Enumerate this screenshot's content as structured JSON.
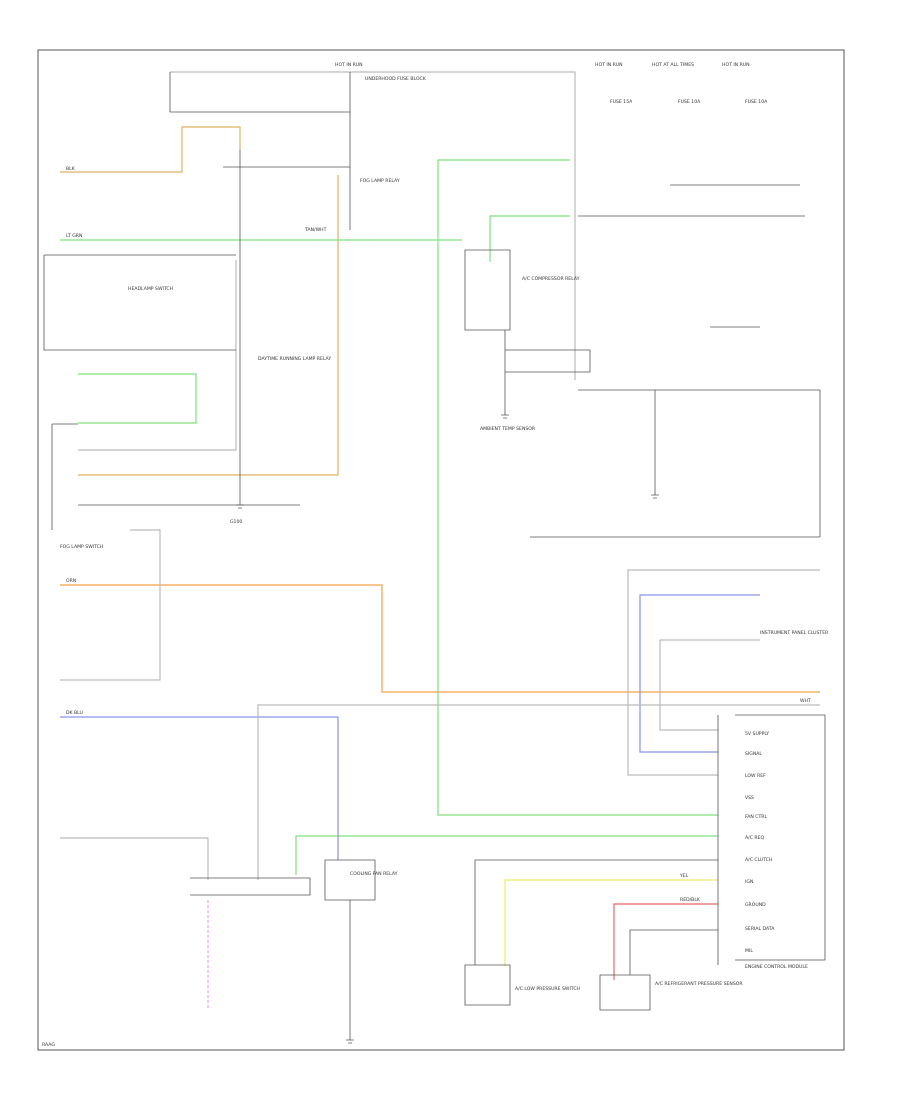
{
  "colors": {
    "wire_black": "#555555",
    "wire_gray": "#bbbbbb",
    "wire_green": "#7ee27e",
    "wire_orange": "#f5a04a",
    "wire_tan": "#e0b060",
    "wire_blue": "#8a93e6",
    "wire_yellow": "#ecec6a",
    "wire_red": "#ee6666",
    "wire_pink": "#f29bf2"
  },
  "footer": {
    "code": "RAAG"
  },
  "labels": {
    "hot_top": "HOT IN RUN",
    "hot_r1": "HOT IN RUN",
    "hot_r2": "HOT AT ALL TIMES",
    "hot_r3": "HOT IN RUN",
    "fuse_top": "UNDERHOOD FUSE BLOCK",
    "fuse_a": "FUSE 15A",
    "fuse_b": "FUSE 10A",
    "fuse_c": "FUSE 10A",
    "wire_grn": "LT GRN",
    "wire_blk": "BLK",
    "wire_org": "ORN",
    "wire_blu": "DK BLU",
    "wire_tan": "TAN/WHT",
    "wire_yel": "YEL",
    "wire_red": "RED/BLK",
    "wire_wht": "WHT",
    "left_a": "FOG LAMP RELAY",
    "left_b": "HEADLAMP SWITCH",
    "left_c": "DAYTIME RUNNING LAMP RELAY",
    "left_d": "FOG LAMP SWITCH",
    "mid_a": "G100",
    "mid_b": "AMBIENT TEMP SENSOR",
    "mid_c": "A/C COMPRESSOR RELAY",
    "mid_d": "COOLING FAN RELAY",
    "right_a": "ENGINE CONTROL MODULE",
    "right_b": "A/C REFRIGERANT PRESSURE SENSOR",
    "right_c": "A/C LOW PRESSURE SWITCH",
    "right_d": "INSTRUMENT PANEL CLUSTER",
    "pin_1": "5V SUPPLY",
    "pin_2": "SIGNAL",
    "pin_3": "LOW REF",
    "pin_4": "VSS",
    "pin_5": "FAN CTRL",
    "pin_6": "A/C REQ",
    "pin_7": "A/C CLUTCH",
    "pin_8": "IGN",
    "pin_9": "GROUND",
    "pin_10": "SERIAL DATA",
    "pin_11": "MIL"
  }
}
